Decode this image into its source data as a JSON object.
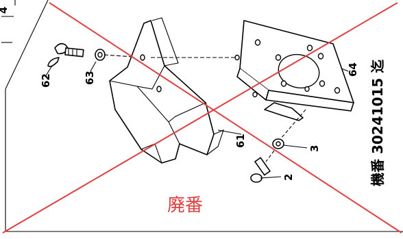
{
  "callouts": {
    "corner": "4",
    "p62": "62",
    "p63": "63",
    "p61": "61",
    "p64": "64",
    "p3": "3",
    "p2": "2"
  },
  "side_note": "機番 30241015 迄",
  "stamp": "廃番",
  "colors": {
    "cross": "#e04040",
    "stamp": "#e04040",
    "line": "#000000"
  }
}
